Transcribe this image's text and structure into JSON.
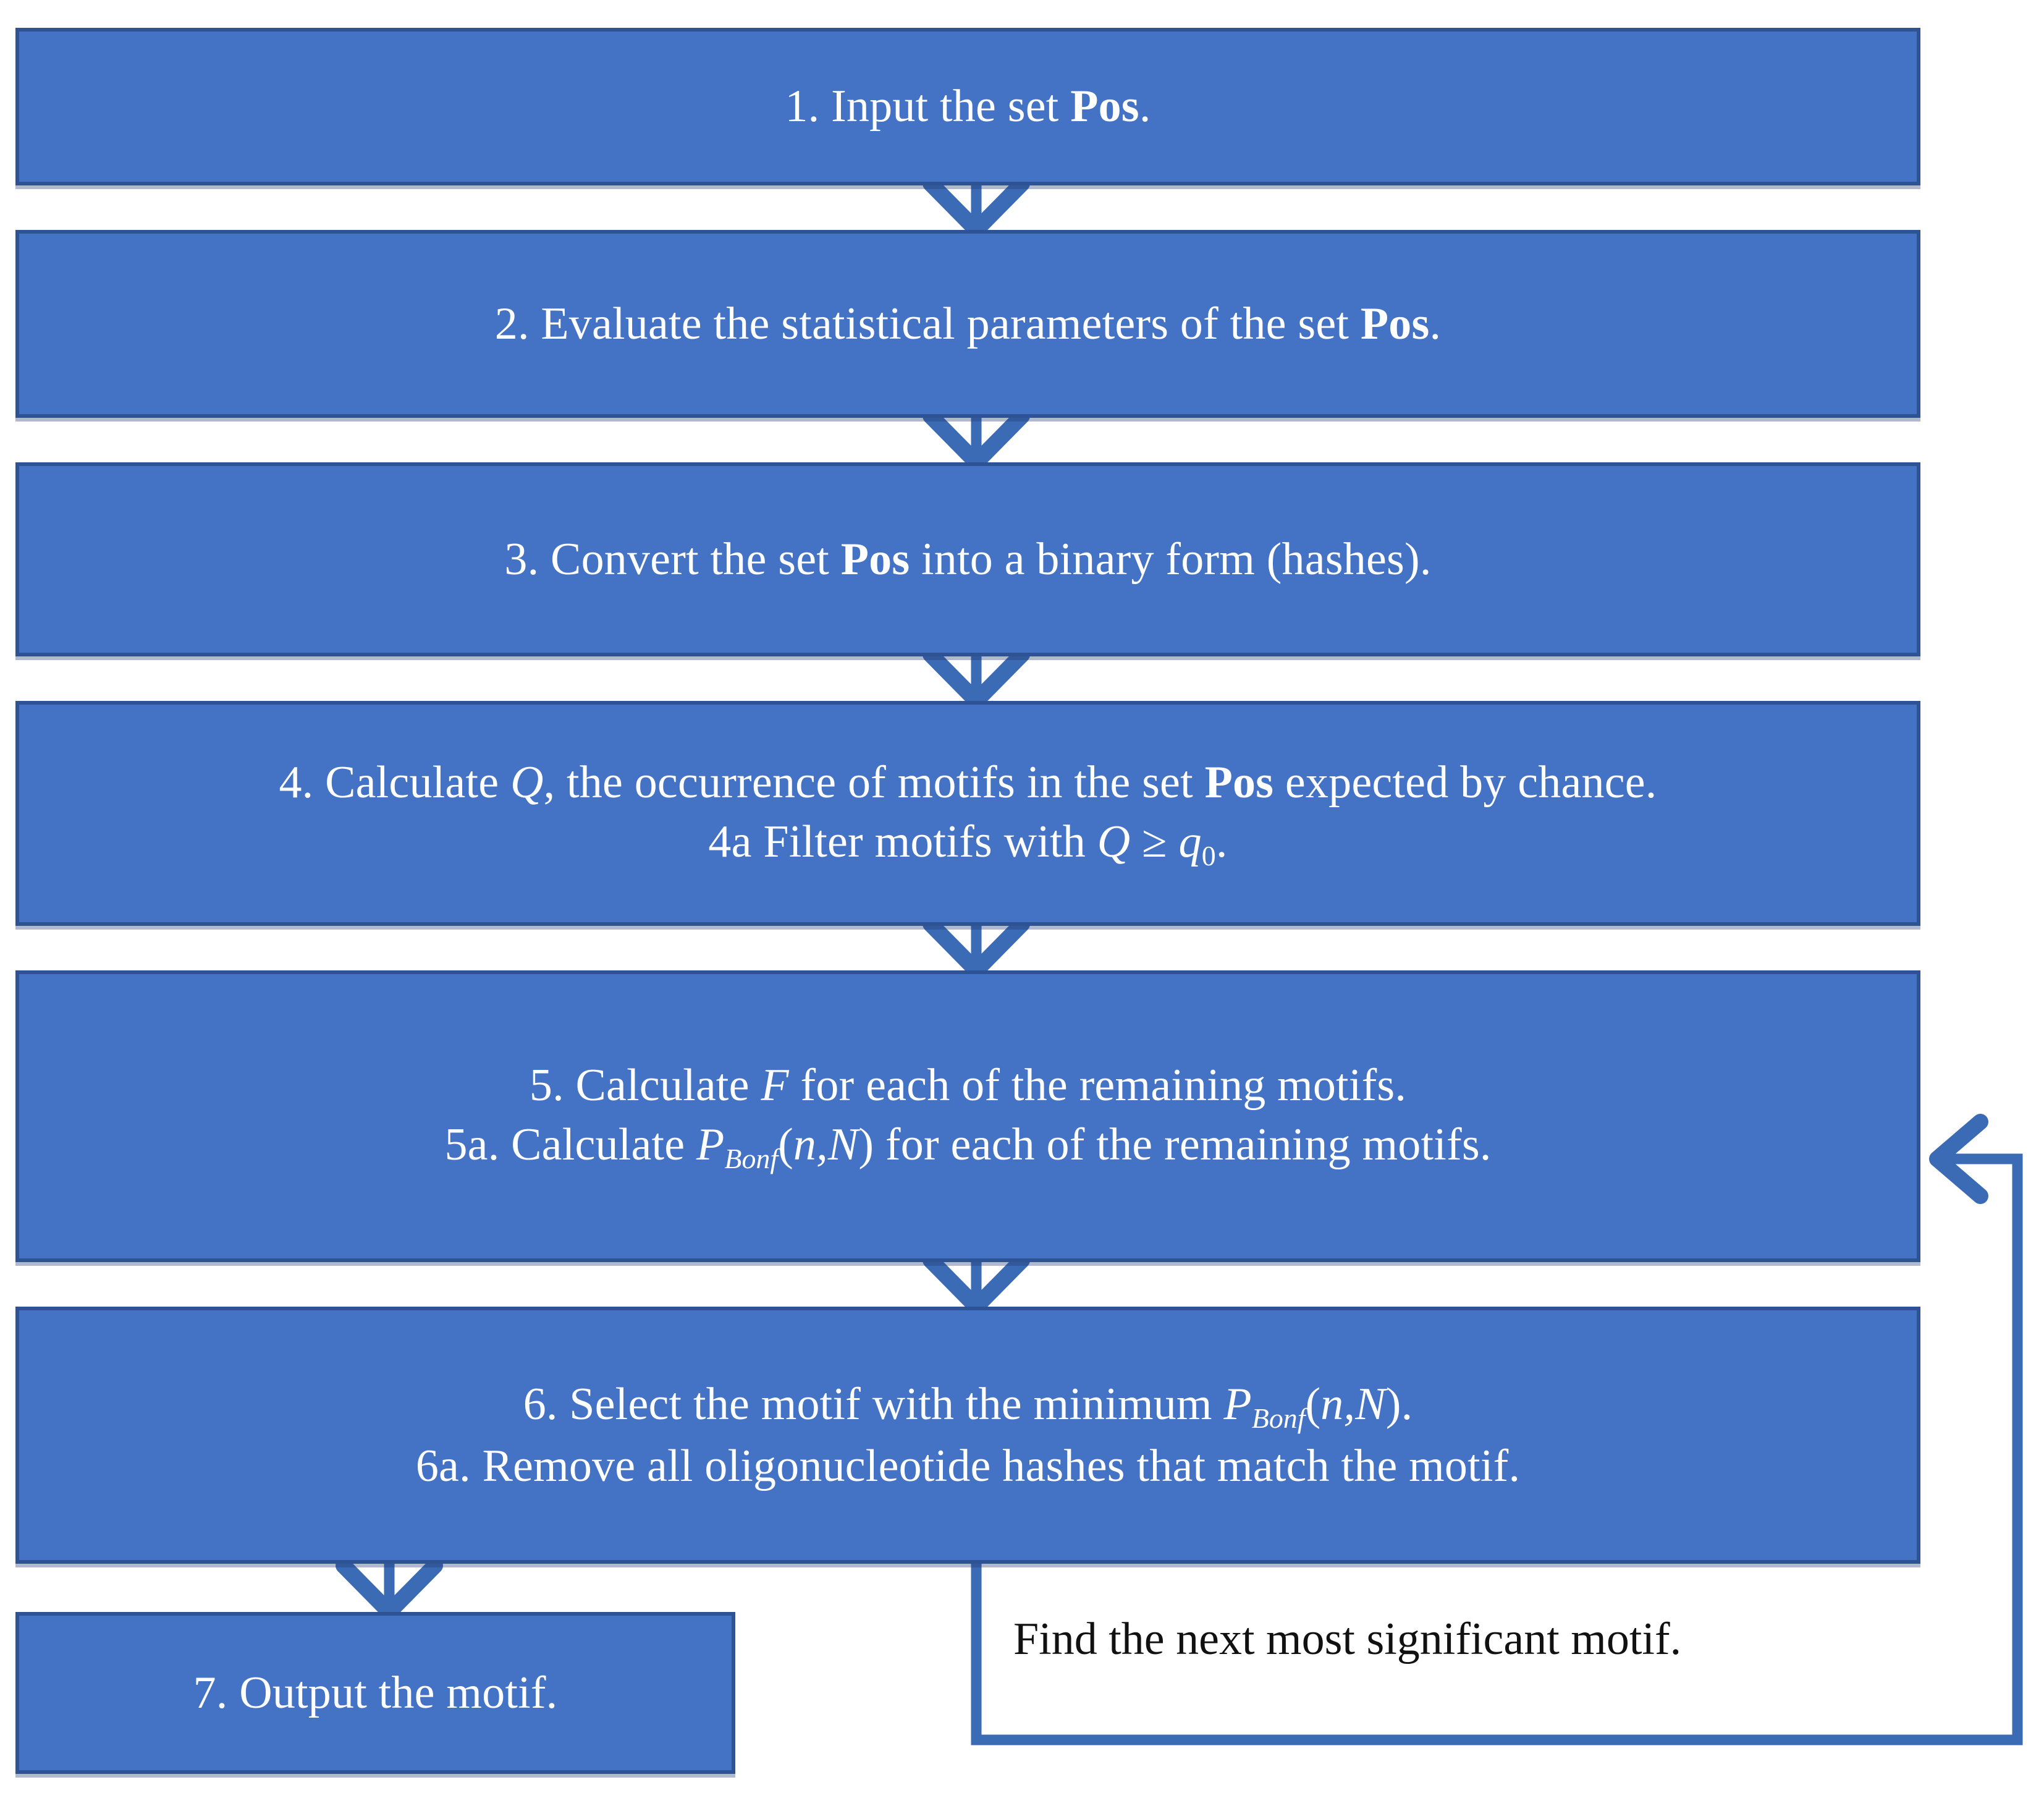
{
  "diagram": {
    "title": "Motif discovery algorithm flowchart",
    "colors": {
      "node_fill": "#4472C4",
      "node_border": "#2E5394",
      "node_text": "#FFFFFF",
      "arrow": "#3C6BB5",
      "loop_label_text": "#111111",
      "background": "#FFFFFF"
    },
    "nodes": [
      {
        "id": "step1",
        "name": "input-set-pos",
        "lines": [
          {
            "parts": [
              {
                "t": "1. Input the set ",
                "s": "normal"
              },
              {
                "t": "Pos",
                "s": "bold"
              },
              {
                "t": ".",
                "s": "normal"
              }
            ]
          }
        ],
        "plain": "1. Input the set Pos."
      },
      {
        "id": "step2",
        "name": "evaluate-statistical-parameters",
        "lines": [
          {
            "parts": [
              {
                "t": "2. Evaluate the statistical parameters of the set ",
                "s": "normal"
              },
              {
                "t": "Pos",
                "s": "bold"
              },
              {
                "t": ".",
                "s": "normal"
              }
            ]
          }
        ],
        "plain": "2. Evaluate the statistical parameters of the set Pos."
      },
      {
        "id": "step3",
        "name": "convert-to-binary-hashes",
        "lines": [
          {
            "parts": [
              {
                "t": "3. Convert the set ",
                "s": "normal"
              },
              {
                "t": "Pos",
                "s": "bold"
              },
              {
                "t": " into a binary form (hashes).",
                "s": "normal"
              }
            ]
          }
        ],
        "plain": "3. Convert the set Pos into a binary form (hashes)."
      },
      {
        "id": "step4",
        "name": "calculate-q-expected-by-chance",
        "lines": [
          {
            "parts": [
              {
                "t": "4. Calculate ",
                "s": "normal"
              },
              {
                "t": "Q",
                "s": "italic"
              },
              {
                "t": ", the occurrence of motifs in the set ",
                "s": "normal"
              },
              {
                "t": "Pos",
                "s": "bold"
              },
              {
                "t": " expected by chance.",
                "s": "normal"
              }
            ]
          },
          {
            "parts": [
              {
                "t": "4a Filter motifs with ",
                "s": "normal"
              },
              {
                "t": "Q",
                "s": "italic"
              },
              {
                "t": " ≥ ",
                "s": "normal"
              },
              {
                "t": "q",
                "s": "italic"
              },
              {
                "t": "0",
                "s": "sub-num"
              },
              {
                "t": ".",
                "s": "normal"
              }
            ]
          }
        ],
        "plain": "4. Calculate Q, the occurrence of motifs in the set Pos expected by chance. 4a Filter motifs with Q ≥ q0."
      },
      {
        "id": "step5",
        "name": "calculate-f-and-pbonf",
        "lines": [
          {
            "parts": [
              {
                "t": "5. Calculate ",
                "s": "normal"
              },
              {
                "t": "F",
                "s": "italic"
              },
              {
                "t": " for each of the remaining motifs.",
                "s": "normal"
              }
            ]
          },
          {
            "parts": [
              {
                "t": "5a. Calculate ",
                "s": "normal"
              },
              {
                "t": "P",
                "s": "italic"
              },
              {
                "t": "Bonf",
                "s": "sub-italic"
              },
              {
                "t": "(",
                "s": "normal"
              },
              {
                "t": "n,N",
                "s": "italic"
              },
              {
                "t": ") for each of the remaining motifs.",
                "s": "normal"
              }
            ]
          }
        ],
        "plain": "5. Calculate F for each of the remaining motifs. 5a. Calculate PBonf(n,N) for each of the remaining motifs."
      },
      {
        "id": "step6",
        "name": "select-minimum-pbonf-and-remove-hashes",
        "lines": [
          {
            "parts": [
              {
                "t": "6. Select the motif with the minimum ",
                "s": "normal"
              },
              {
                "t": "P",
                "s": "italic"
              },
              {
                "t": "Bonf",
                "s": "sub-italic"
              },
              {
                "t": "(",
                "s": "normal"
              },
              {
                "t": "n,N",
                "s": "italic"
              },
              {
                "t": ").",
                "s": "normal"
              }
            ]
          },
          {
            "parts": [
              {
                "t": "6a. Remove all oligonucleotide hashes that match the motif.",
                "s": "normal"
              }
            ]
          }
        ],
        "plain": "6. Select the motif with the minimum PBonf(n,N). 6a. Remove all oligonucleotide hashes that match the motif."
      },
      {
        "id": "step7",
        "name": "output-the-motif",
        "lines": [
          {
            "parts": [
              {
                "t": "7. Output the motif.",
                "s": "normal"
              }
            ]
          }
        ],
        "plain": "7. Output the motif."
      }
    ],
    "loop": {
      "label": "Find the next most significant motif."
    }
  }
}
